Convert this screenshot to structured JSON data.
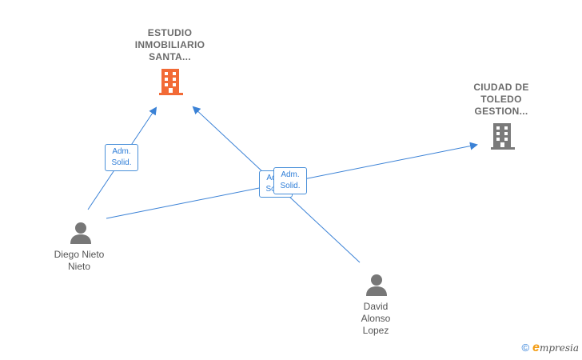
{
  "colors": {
    "edge": "#3b82d6",
    "company_primary": "#f26a36",
    "company_secondary": "#7a7a7a",
    "person": "#777777"
  },
  "nodes": {
    "estudio": {
      "label_lines": [
        "ESTUDIO",
        "INMOBILIARIO",
        "SANTA..."
      ],
      "icon": "building-icon"
    },
    "ciudad": {
      "label_lines": [
        "CIUDAD DE",
        "TOLEDO",
        "GESTION..."
      ],
      "icon": "building-icon"
    },
    "diego": {
      "label_lines": [
        "Diego Nieto",
        "Nieto"
      ],
      "icon": "person-icon"
    },
    "david": {
      "label_lines": [
        "David",
        "Alonso",
        "Lopez"
      ],
      "icon": "person-icon"
    }
  },
  "edges": {
    "diego_estudio": {
      "lines": [
        "Adm.",
        "Solid."
      ]
    },
    "david_estudio": {
      "lines": [
        "Adm.",
        "Solid."
      ]
    },
    "diego_ciudad": {
      "lines": [
        "Adm.",
        "Solid."
      ]
    }
  },
  "footer": {
    "copyright": "©",
    "brand_initial": "e",
    "brand_rest": "mpresia"
  }
}
